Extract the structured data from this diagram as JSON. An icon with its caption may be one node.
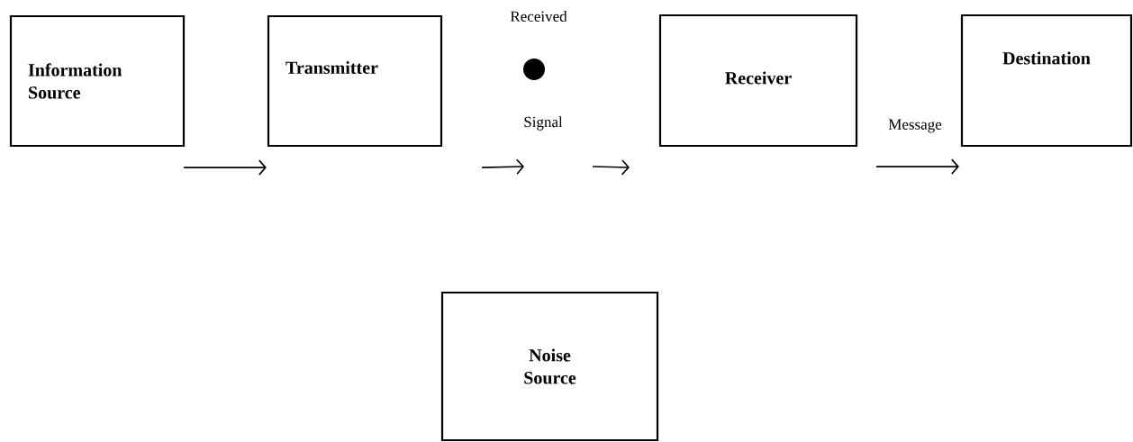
{
  "diagram": {
    "nodes": [
      {
        "text": [
          "Information Source"
        ]
      },
      {
        "text": [
          "Transmitter"
        ]
      },
      {
        "text": [],
        "shape": "circle",
        "beside": [
          "Received",
          "Signal"
        ]
      },
      {
        "text": [
          "Receiver"
        ]
      },
      {
        "text": [
          "Destination"
        ]
      },
      {
        "text": [
          "Noise Source"
        ]
      }
    ],
    "edges": [
      {
        "from": 0,
        "to": 1,
        "arrow": "to"
      },
      {
        "from": 1,
        "to": 2,
        "arrow": "to"
      },
      {
        "from": 2,
        "to": 3,
        "arrow": "to"
      },
      {
        "from": 3,
        "to": 4,
        "arrow": "to",
        "label": "Message"
      }
    ]
  }
}
